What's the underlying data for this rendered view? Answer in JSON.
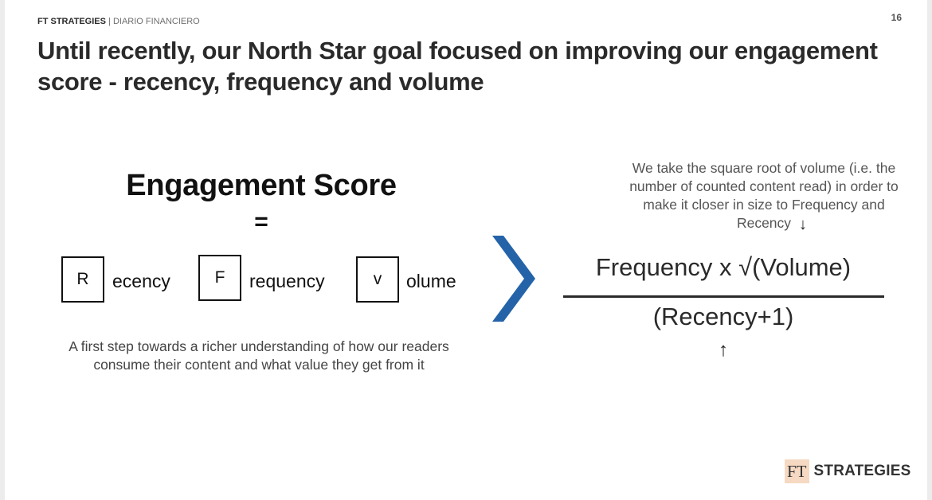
{
  "header": {
    "brand": "FT STRATEGIES",
    "separator": " | ",
    "partner": "DIARIO FINANCIERO",
    "page_number": "16"
  },
  "title": "Until recently, our North Star goal focused on improving our engagement score - recency, frequency and volume",
  "left_panel": {
    "heading": "Engagement Score",
    "equals": "=",
    "terms": [
      {
        "letter": "R",
        "rest": "ecency"
      },
      {
        "letter": "F",
        "rest": "requency"
      },
      {
        "letter": "v",
        "rest": "olume"
      }
    ],
    "caption": "A first step towards a richer understanding of how our readers consume their content and what value they get from it"
  },
  "chevron": {
    "color": "#2563a8"
  },
  "right_panel": {
    "note": "We take the square root of volume (i.e. the number of counted content read) in order to make it closer in size to Frequency and Recency",
    "arrow_down": "↓",
    "numerator": "Frequency x √(Volume)",
    "denominator": "(Recency+1)",
    "arrow_up": "↑"
  },
  "logo": {
    "mark": "FT",
    "word": "STRATEGIES",
    "mark_background": "#f6d9c2"
  }
}
